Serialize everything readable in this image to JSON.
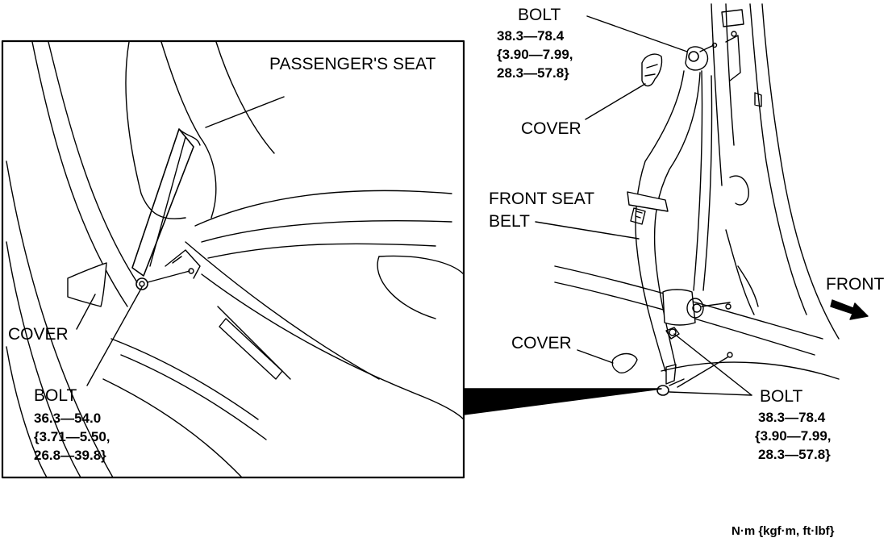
{
  "labels": {
    "passenger_seat": "PASSENGER'S SEAT",
    "front": "FRONT",
    "front_seat_belt_line1": "FRONT SEAT",
    "front_seat_belt_line2": "BELT",
    "cover_upper": "COVER",
    "cover_lower": "COVER",
    "cover_inset": "COVER"
  },
  "bolts": {
    "upper": {
      "label": "BOLT",
      "torque_line1": "38.3—78.4",
      "torque_line2": "{3.90—7.99,",
      "torque_line3": "28.3—57.8}"
    },
    "lower": {
      "label": "BOLT",
      "torque_line1": "38.3—78.4",
      "torque_line2": "{3.90—7.99,",
      "torque_line3": "28.3—57.8}"
    },
    "inset": {
      "label": "BOLT",
      "torque_line1": "36.3—54.0",
      "torque_line2": "{3.71—5.50,",
      "torque_line3": "26.8—39.8}"
    }
  },
  "units": "N·m {kgf·m, ft·lbf}"
}
